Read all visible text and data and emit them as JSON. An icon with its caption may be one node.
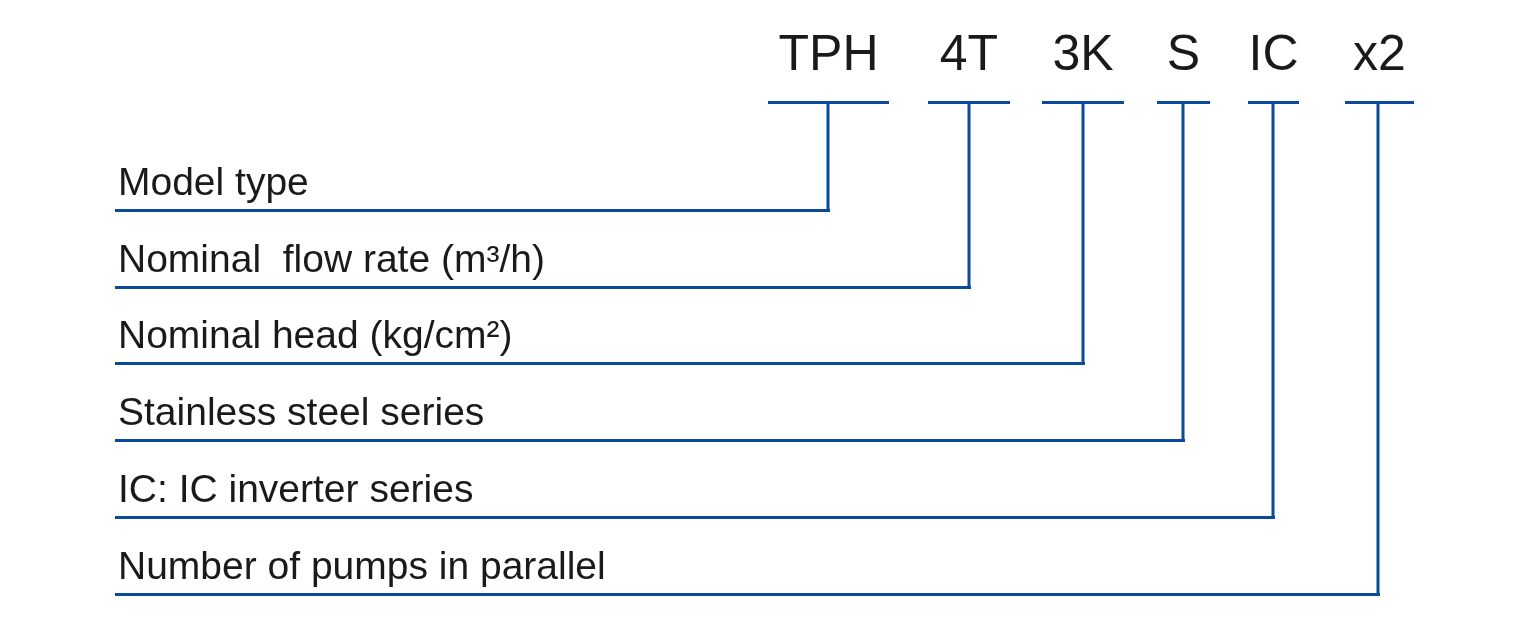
{
  "diagram": {
    "nodes": [
      {
        "text": [
          "TPH"
        ]
      },
      {
        "text": [
          "4T"
        ]
      },
      {
        "text": [
          "3K"
        ]
      },
      {
        "text": [
          "S"
        ]
      },
      {
        "text": [
          "IC"
        ]
      },
      {
        "text": [
          "x2"
        ]
      },
      {
        "text": [
          "Model type"
        ]
      },
      {
        "text": [
          "Nominal  flow rate (m³/h)"
        ]
      },
      {
        "text": [
          "Nominal head (kg/cm²)"
        ]
      },
      {
        "text": [
          "Stainless steel series"
        ]
      },
      {
        "text": [
          "IC: IC inverter series"
        ]
      },
      {
        "text": [
          "Number of pumps in parallel"
        ]
      }
    ],
    "edges": [
      {
        "from": 0,
        "to": 6,
        "arrow": "none"
      },
      {
        "from": 1,
        "to": 7,
        "arrow": "none"
      },
      {
        "from": 2,
        "to": 8,
        "arrow": "none"
      },
      {
        "from": 3,
        "to": 9,
        "arrow": "none"
      },
      {
        "from": 4,
        "to": 10,
        "arrow": "none"
      },
      {
        "from": 5,
        "to": 11,
        "arrow": "none"
      }
    ]
  }
}
